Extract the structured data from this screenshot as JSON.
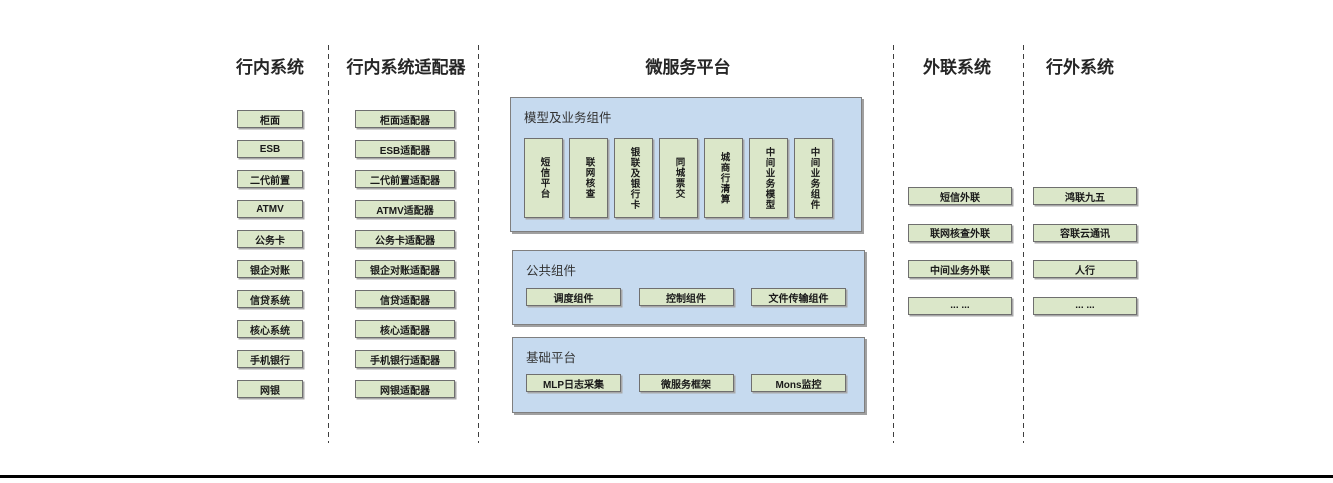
{
  "colors": {
    "green_fill": "#dbe7c9",
    "green_border": "#6f6f6f",
    "green_shadow": "#a8a8a8",
    "blue_fill": "#c6daef",
    "blue_border": "#7f7f7f",
    "blue_shadow": "#a0a0a0",
    "separator": "#3f3f3f",
    "bottom_line": "#000000"
  },
  "diagram": {
    "col_internal": {
      "title": "行内系统",
      "items": [
        "柜面",
        "ESB",
        "二代前置",
        "ATMV",
        "公务卡",
        "银企对账",
        "信贷系统",
        "核心系统",
        "手机银行",
        "网银"
      ]
    },
    "col_adapters": {
      "title": "行内系统适配器",
      "items": [
        "柜面适配器",
        "ESB适配器",
        "二代前置适配器",
        "ATMV适配器",
        "公务卡适配器",
        "银企对账适配器",
        "信贷适配器",
        "核心适配器",
        "手机银行适配器",
        "网银适配器"
      ]
    },
    "col_platform": {
      "title": "微服务平台",
      "model_section": {
        "title": "模型及业务组件",
        "items": [
          "短信平台",
          "联网核查",
          "银联及银行卡",
          "同城票交",
          "城商行清算",
          "中间业务模型",
          "中间业务组件"
        ]
      },
      "common_section": {
        "title": "公共组件",
        "items": [
          "调度组件",
          "控制组件",
          "文件传输组件"
        ]
      },
      "base_section": {
        "title": "基础平台",
        "items": [
          "MLP日志采集",
          "微服务框架",
          "Mons监控"
        ]
      }
    },
    "col_outlink": {
      "title": "外联系统",
      "items": [
        "短信外联",
        "联网核查外联",
        "中间业务外联",
        "... ..."
      ]
    },
    "col_external": {
      "title": "行外系统",
      "items": [
        "鸿联九五",
        "容联云通讯",
        "人行",
        "... ..."
      ]
    }
  }
}
